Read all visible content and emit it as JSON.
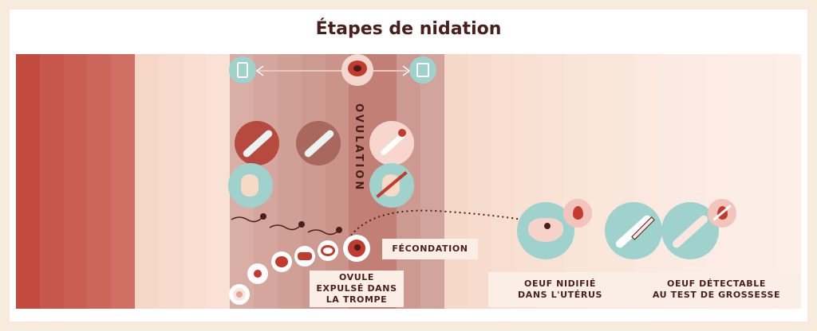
{
  "title": "Étapes de nidation",
  "labels": {
    "ovulation": "OVULATION",
    "fecondation": "FÉCONDATION",
    "ovule": "OVULE\nEXPULSÉ DANS\nLA TROMPE",
    "oeuf_nidifie": "OEUF NIDIFIÉ\nDANS L'UTÉRUS",
    "oeuf_detectable": "OEUF DÉTECTABLE\nAU TEST DE GROSSESSE"
  },
  "icons": [
    "phone-app-icon",
    "fertility-flower-icon",
    "calendar-icon",
    "ovulation-test-icon",
    "ovulation-test-icon",
    "thermometer-icon",
    "cervical-mucus-icon",
    "no-cervical-mucus-icon",
    "sperm-icon",
    "ovum-icon",
    "fertilized-egg-icon",
    "uterus-icon",
    "blood-drop-icon",
    "pregnancy-test-icon",
    "syringe-icon",
    "no-blood-icon"
  ],
  "colors": {
    "menstruation": "#c9574b",
    "fertile_window": "#cf9f96",
    "ovulation_day": "#c27f76",
    "follicular": "#f8ddd0",
    "luteal": "#fae3d7",
    "teal": "#9fd2cc",
    "text": "#4a1f1a"
  }
}
